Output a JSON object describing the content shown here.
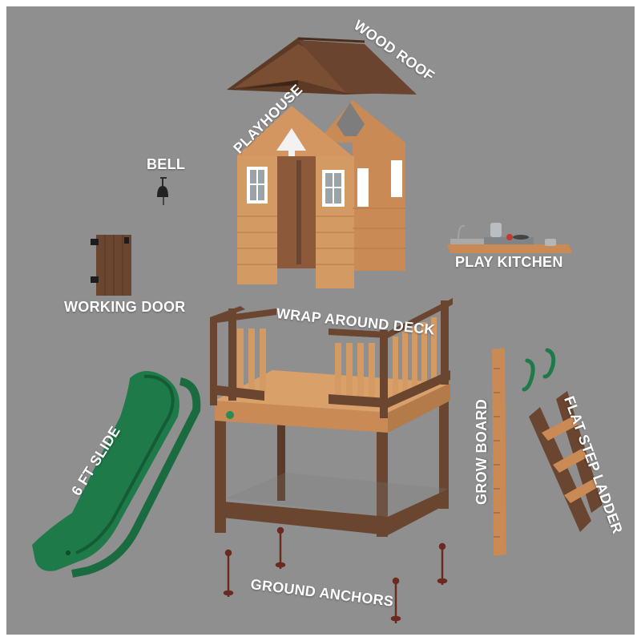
{
  "labels": {
    "wood_roof": "WOOD ROOF",
    "playhouse": "PLAYHOUSE",
    "bell": "BELL",
    "working_door": "WORKING DOOR",
    "play_kitchen": "PLAY KITCHEN",
    "wrap_around_deck": "WRAP AROUND DECK",
    "slide": "6 FT SLIDE",
    "grow_board": "GROW BOARD",
    "flat_step_ladder": "FLAT STEP LADDER",
    "ground_anchors": "GROUND ANCHORS"
  },
  "colors": {
    "background": "#8f8f8f",
    "frame": "#ffffff",
    "cedar": "#c98a56",
    "cedar_light": "#dba06a",
    "brown": "#6a4530",
    "slide_green": "#1f7a4a",
    "white_trim": "#f2f2f2"
  },
  "icons": [
    "bell-icon",
    "door-icon",
    "kitchen-icon",
    "slide-icon",
    "ladder-icon",
    "anchor-icon"
  ]
}
